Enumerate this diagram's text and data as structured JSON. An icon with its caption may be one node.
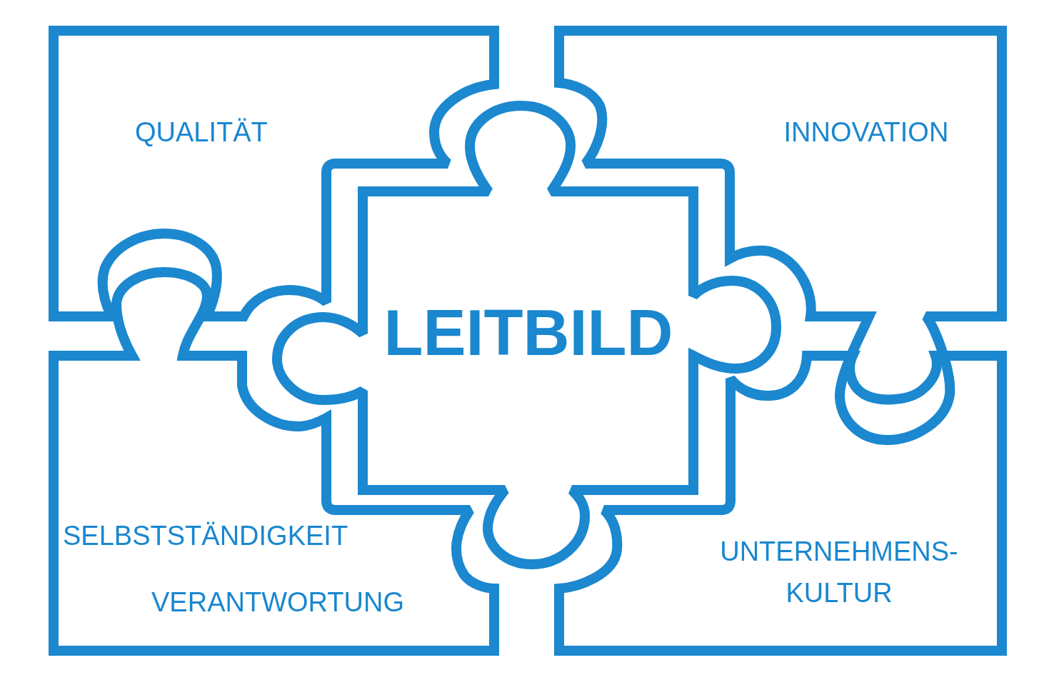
{
  "diagram": {
    "nodes": [
      {
        "text": [
          "QUALITÄT"
        ]
      },
      {
        "text": [
          "INNOVATION"
        ]
      },
      {
        "text": [
          "LEITBILD"
        ]
      },
      {
        "text": [
          "SELBSTSTÄNDIGKEIT",
          "VERANTWORTUNG"
        ]
      },
      {
        "text": [
          "UNTERNEHMENS- KULTUR"
        ]
      }
    ]
  }
}
